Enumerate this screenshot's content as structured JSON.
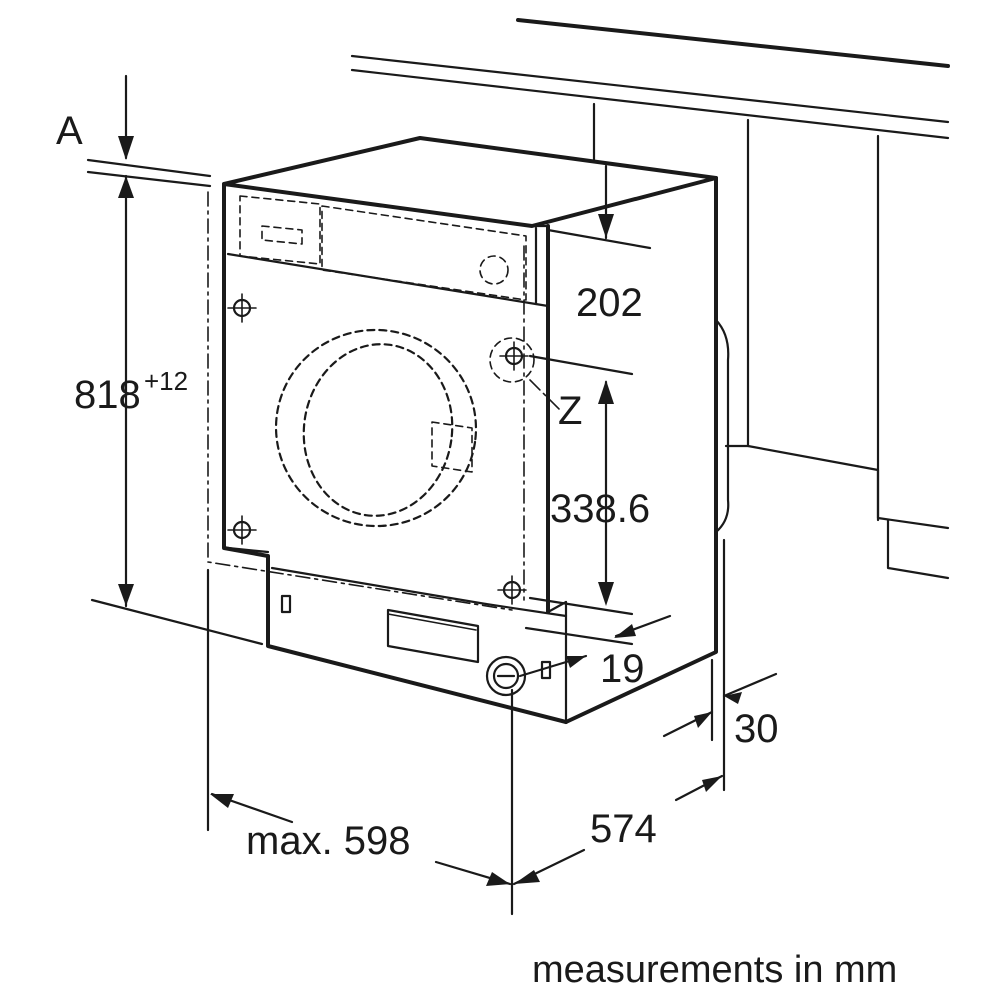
{
  "labels": {
    "a": "A",
    "height_main": "818",
    "height_tol": "+12",
    "dim_202": "202",
    "z": "Z",
    "dim_338": "338.6",
    "dim_19": "19",
    "dim_30": "30",
    "width_max": "max. 598",
    "depth": "574"
  },
  "footnote": "measurements in mm"
}
